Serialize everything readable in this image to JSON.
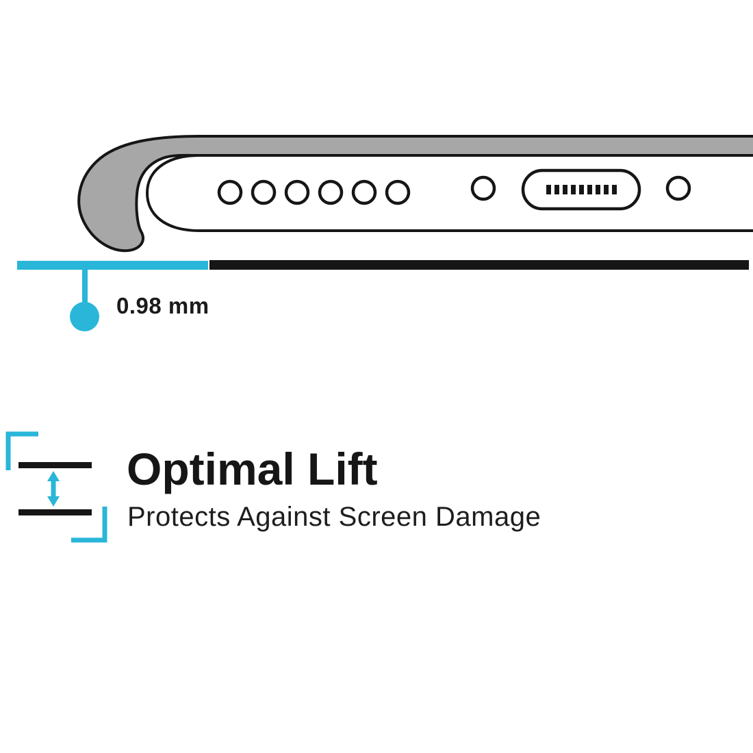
{
  "colors": {
    "accent_cyan": "#29B6D8",
    "outline_ink": "#161616",
    "text_ink": "#1A1A1A",
    "case_gray": "#A7A7A7",
    "background": "#FFFFFF"
  },
  "measurement": {
    "value": "0.98 mm"
  },
  "feature": {
    "title": "Optimal Lift",
    "subtitle": "Protects Against Screen Damage"
  },
  "illustration": {
    "parts": [
      "phone-case",
      "phone-body",
      "speaker-holes",
      "screw-hole-left",
      "charging-port",
      "screw-hole-right",
      "case-lip-level-line",
      "surface-line",
      "measurement-pointer-dot",
      "lift-arrow-icon"
    ],
    "speaker_hole_count": 6,
    "screw_hole_count": 2,
    "port_count": 1
  }
}
